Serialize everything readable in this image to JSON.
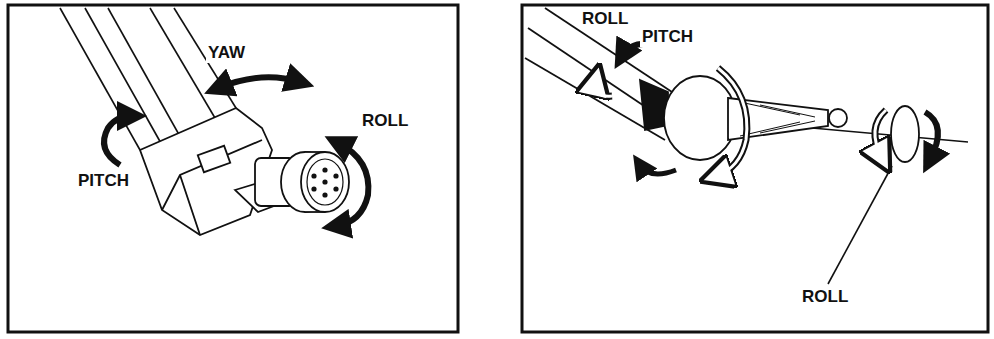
{
  "diagram": {
    "labels": [
      "YAW",
      "ROLL",
      "PITCH",
      "ROLL",
      "PITCH",
      "ROLL"
    ]
  }
}
